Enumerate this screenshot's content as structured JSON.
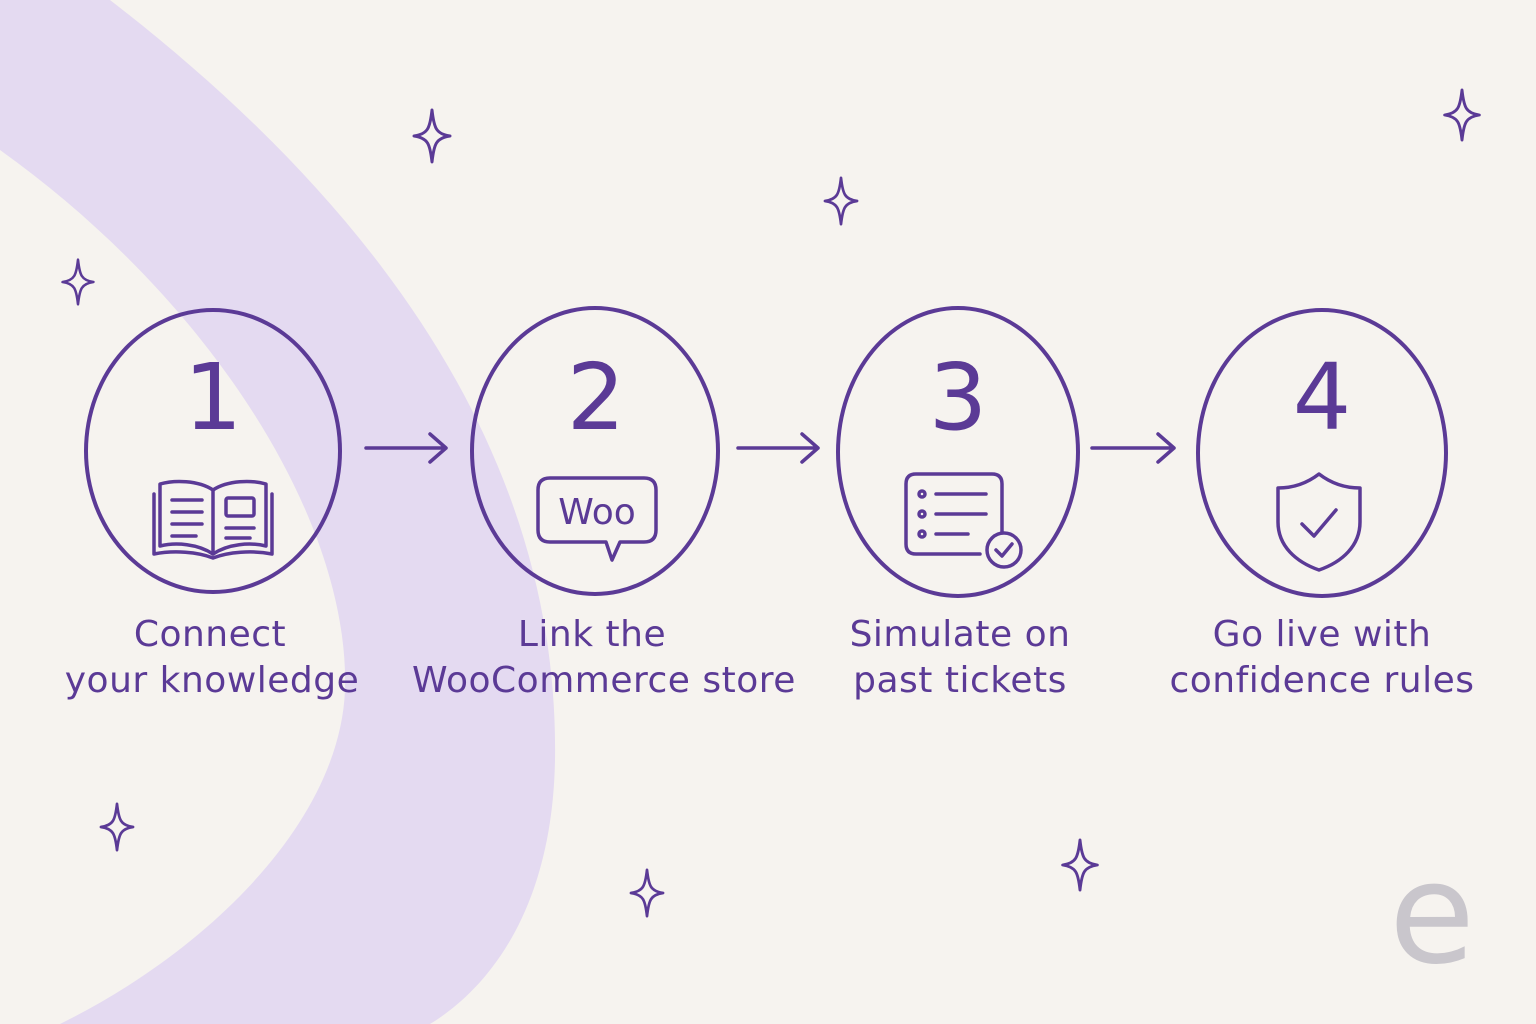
{
  "steps": [
    {
      "number": "1",
      "line1": "Connect",
      "line2": "your knowledge",
      "icon": "open-book-icon"
    },
    {
      "number": "2",
      "line1": "Link the",
      "line2": "WooCommerce store",
      "icon": "woo-chat-bubble-icon",
      "icon_text": "Woo"
    },
    {
      "number": "3",
      "line1": "Simulate on",
      "line2": "past tickets",
      "icon": "checklist-check-icon"
    },
    {
      "number": "4",
      "line1": "Go live with",
      "line2": "confidence rules",
      "icon": "shield-check-icon"
    }
  ],
  "logo": "e",
  "colors": {
    "accent": "#5b3a96",
    "swoosh": "#e4daf1",
    "background": "#f6f3ef",
    "logo": "#c9c6cc"
  }
}
